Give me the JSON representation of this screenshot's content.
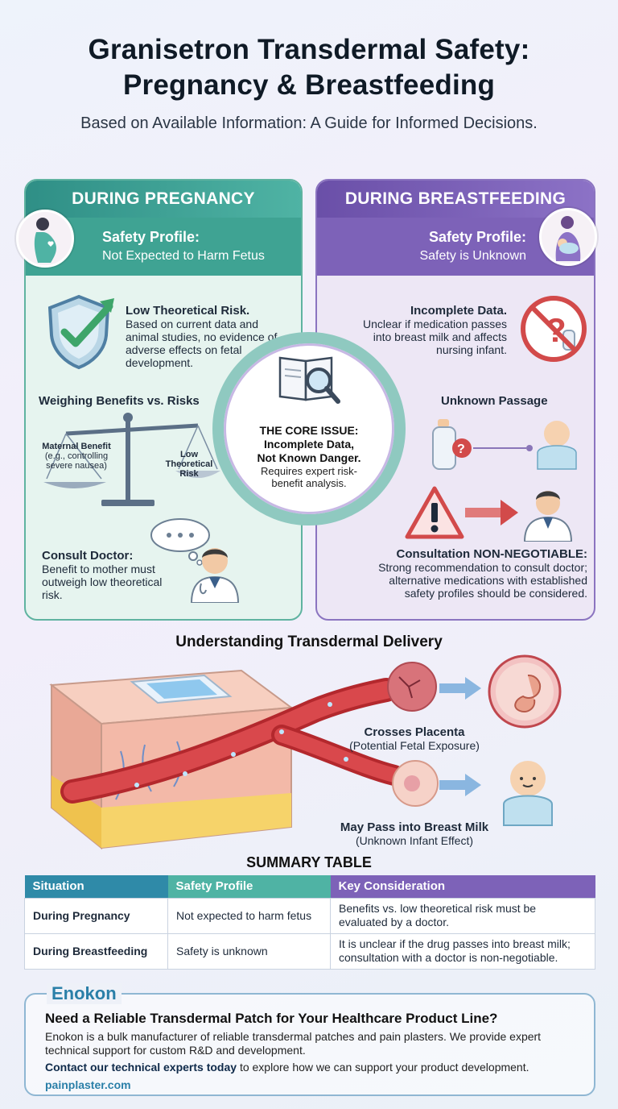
{
  "header": {
    "title_line1": "Granisetron Transdermal Safety:",
    "title_line2": "Pregnancy & Breastfeeding",
    "subtitle": "Based on Available Information: A Guide for Informed Decisions."
  },
  "pregnancy": {
    "heading": "DURING PREGNANCY",
    "profile_title": "Safety Profile:",
    "profile_value": "Not Expected to Harm Fetus",
    "risk_title": "Low Theoretical Risk.",
    "risk_text": "Based on current data and animal studies, no evidence of adverse effects on fetal development.",
    "weigh_title": "Weighing Benefits vs. Risks",
    "scale_left_title": "Maternal Benefit",
    "scale_left_note": "(e.g., controlling severe nausea)",
    "scale_right": "Low Theoretical Risk",
    "consult_title": "Consult Doctor:",
    "consult_text": "Benefit to mother must outweigh low theoretical risk."
  },
  "breastfeeding": {
    "heading": "DURING BREASTFEEDING",
    "profile_title": "Safety Profile:",
    "profile_value": "Safety is Unknown",
    "data_title": "Incomplete Data.",
    "data_text": "Unclear if medication passes into breast milk and affects nursing infant.",
    "passage_title": "Unknown Passage",
    "consult_title": "Consultation NON-NEGOTIABLE:",
    "consult_text": "Strong recommendation to consult doctor; alternative medications with established safety profiles should be considered."
  },
  "core": {
    "title_line1": "THE CORE ISSUE:",
    "title_line2": "Incomplete Data,",
    "title_line3": "Not Known Danger.",
    "text": "Requires expert risk-benefit analysis."
  },
  "delivery": {
    "heading": "Understanding Transdermal Delivery",
    "placenta_title": "Crosses Placenta",
    "placenta_note": "(Potential Fetal Exposure)",
    "milk_title": "May Pass into Breast Milk",
    "milk_note": "(Unknown Infant Effect)"
  },
  "summary": {
    "heading": "SUMMARY TABLE",
    "columns": [
      "Situation",
      "Safety Profile",
      "Key Consideration"
    ],
    "rows": [
      [
        "During Pregnancy",
        "Not expected to harm fetus",
        "Benefits vs. low theoretical risk must be evaluated by a doctor."
      ],
      [
        "During Breastfeeding",
        "Safety is unknown",
        "It is unclear if the drug passes into breast milk; consultation with a doctor is non-negotiable."
      ]
    ]
  },
  "promo": {
    "brand": "Enokon",
    "headline": "Need a Reliable Transdermal Patch for Your Healthcare Product Line?",
    "text": "Enokon is a bulk manufacturer of reliable transdermal patches and pain plasters. We provide expert technical support for custom R&D and development.",
    "cta_bold": "Contact our technical experts today",
    "cta_rest": " to explore how we can support your product development.",
    "url": "painplaster.com"
  },
  "colors": {
    "pregnancy_accent": "#3fa393",
    "breastfeeding_accent": "#7d62b8",
    "brand": "#2a7fa8"
  }
}
